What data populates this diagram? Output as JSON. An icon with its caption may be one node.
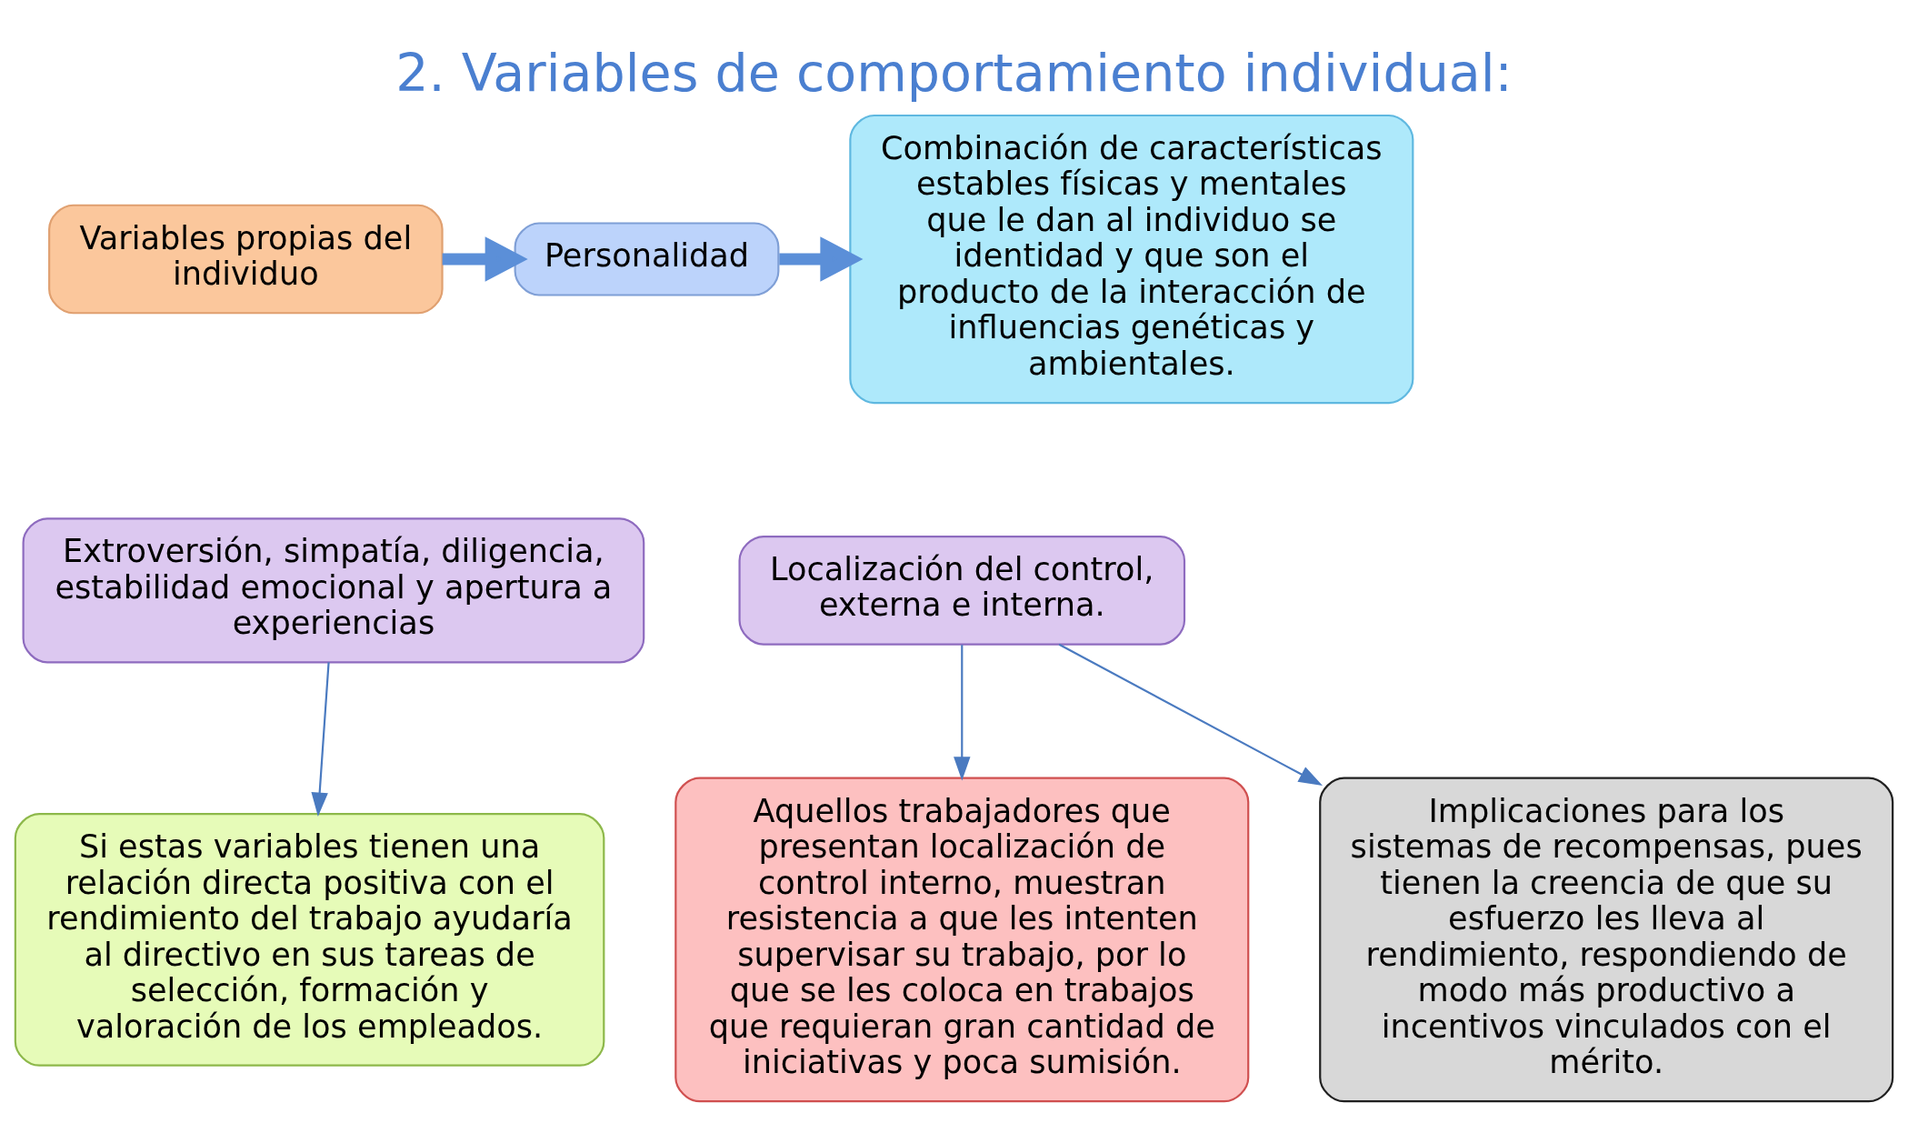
{
  "diagram": {
    "title": "2. Variables de comportamiento individual:",
    "nodes": [
      {
        "text": [
          "Variables propias del individuo"
        ]
      },
      {
        "text": [
          "Personalidad"
        ]
      },
      {
        "text": [
          "Combinación de características estables físicas y mentales que le dan al individuo se identidad y que son el producto de la interacción de influencias genéticas y ambientales."
        ]
      },
      {
        "text": [
          "Extroversión, simpatía, diligencia, estabilidad emocional y apertura a experiencias"
        ]
      },
      {
        "text": [
          "Localización del control, externa e interna."
        ]
      },
      {
        "text": [
          "Si estas variables tienen una relación directa positiva con el rendimiento del trabajo ayudaría al directivo en sus tareas de selección, formación y valoración de los empleados."
        ]
      },
      {
        "text": [
          "Aquellos trabajadores que presentan localización de control interno, muestran resistencia a que les intenten supervisar su trabajo, por lo que se les coloca en trabajos que requieran gran cantidad de iniciativas y poca sumisión."
        ]
      },
      {
        "text": [
          "Implicaciones para los sistemas de recompensas, pues tienen la creencia de que su esfuerzo les lleva al rendimiento, respondiendo de modo más productivo a incentivos vinculados con el mérito."
        ]
      }
    ],
    "edges": [
      {
        "from": 0,
        "to": 1,
        "arrow": "to",
        "style": "thick"
      },
      {
        "from": 1,
        "to": 2,
        "arrow": "to",
        "style": "thick"
      },
      {
        "from": 3,
        "to": 5,
        "arrow": "to"
      },
      {
        "from": 4,
        "to": 6,
        "arrow": "to"
      },
      {
        "from": 4,
        "to": 7,
        "arrow": "to"
      }
    ]
  }
}
